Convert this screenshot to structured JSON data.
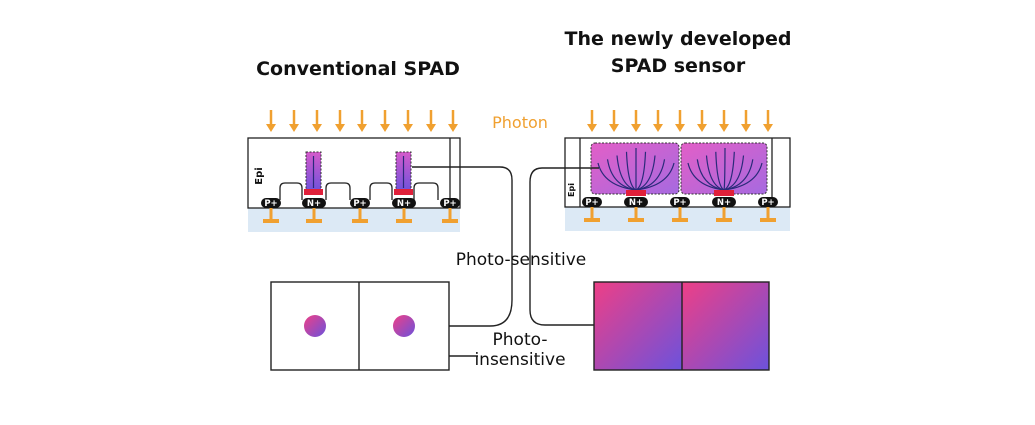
{
  "titles": {
    "conventional": "Conventional SPAD",
    "new_line1": "The newly developed",
    "new_line2": "SPAD sensor"
  },
  "labels": {
    "photon": "Photon",
    "epi": "Epi",
    "photo_sensitive": "Photo-sensitive",
    "photo_insensitive_line1": "Photo-",
    "photo_insensitive_line2": "insensitive"
  },
  "implants": {
    "p_plus": "P+",
    "n_plus": "N+"
  },
  "colors": {
    "photon_arrow": "#f0a030",
    "gradient_pink": "#e83e8c",
    "gradient_purple": "#6a4bd6",
    "substrate": "#dce9f5",
    "implant_chip": "#111111",
    "n_region": "#e0203a",
    "contact": "#f0a030"
  }
}
